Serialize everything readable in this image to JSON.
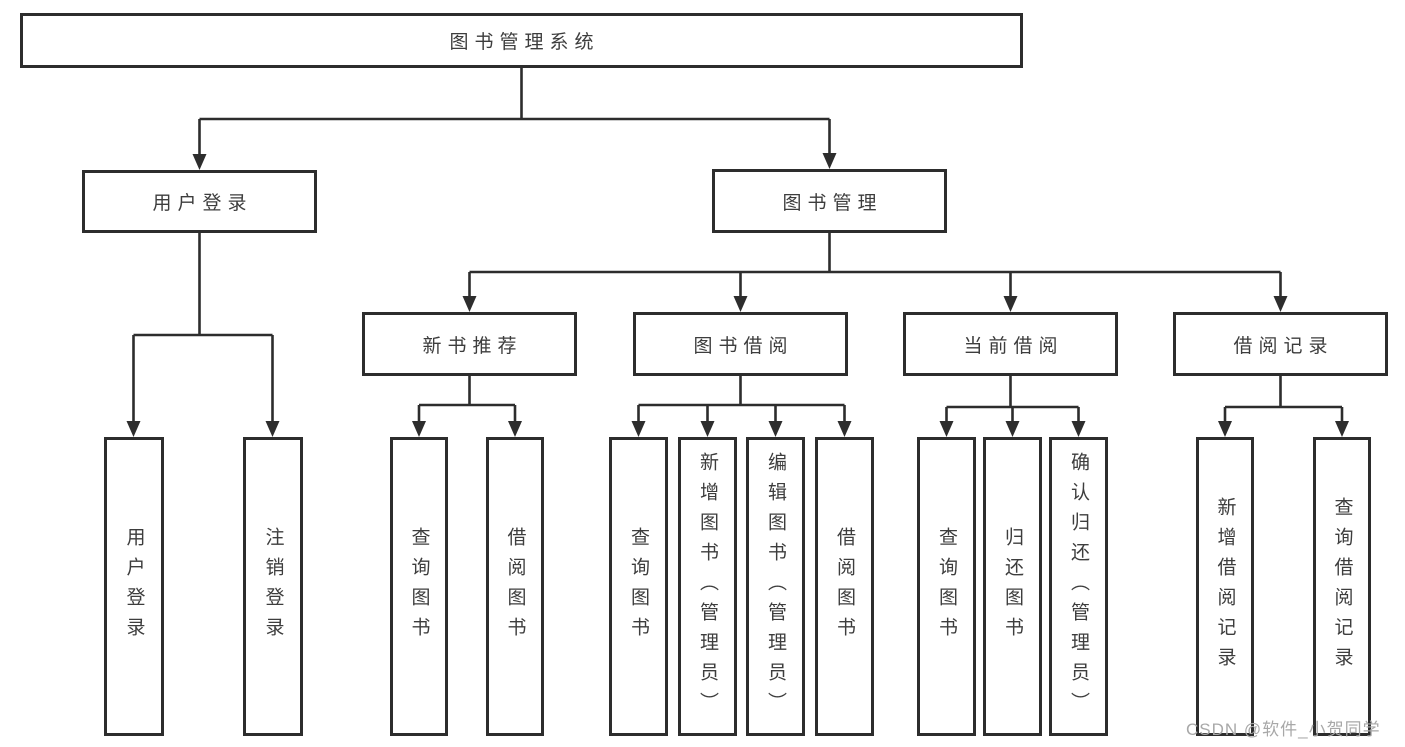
{
  "tree": {
    "root": "图书管理系统",
    "branches": {
      "user": {
        "label": "用户登录",
        "children": [
          "用户登录",
          "注销登录"
        ]
      },
      "books": {
        "label": "图书管理",
        "sections": [
          {
            "label": "新书推荐",
            "children": [
              "查询图书",
              "借阅图书"
            ]
          },
          {
            "label": "图书借阅",
            "children": [
              "查询图书",
              "新增图书（管理员）",
              "编辑图书（管理员）",
              "借阅图书"
            ]
          },
          {
            "label": "当前借阅",
            "children": [
              "查询图书",
              "归还图书",
              "确认归还（管理员）"
            ]
          },
          {
            "label": "借阅记录",
            "children": [
              "新增借阅记录",
              "查询借阅记录"
            ]
          }
        ]
      }
    }
  },
  "watermark": "CSDN @软件_小贺同学",
  "colors": {
    "line": "#2d2d2d",
    "text": "#3d3d3d",
    "watermark_text": "#a8a8a8",
    "background": "#ffffff"
  }
}
